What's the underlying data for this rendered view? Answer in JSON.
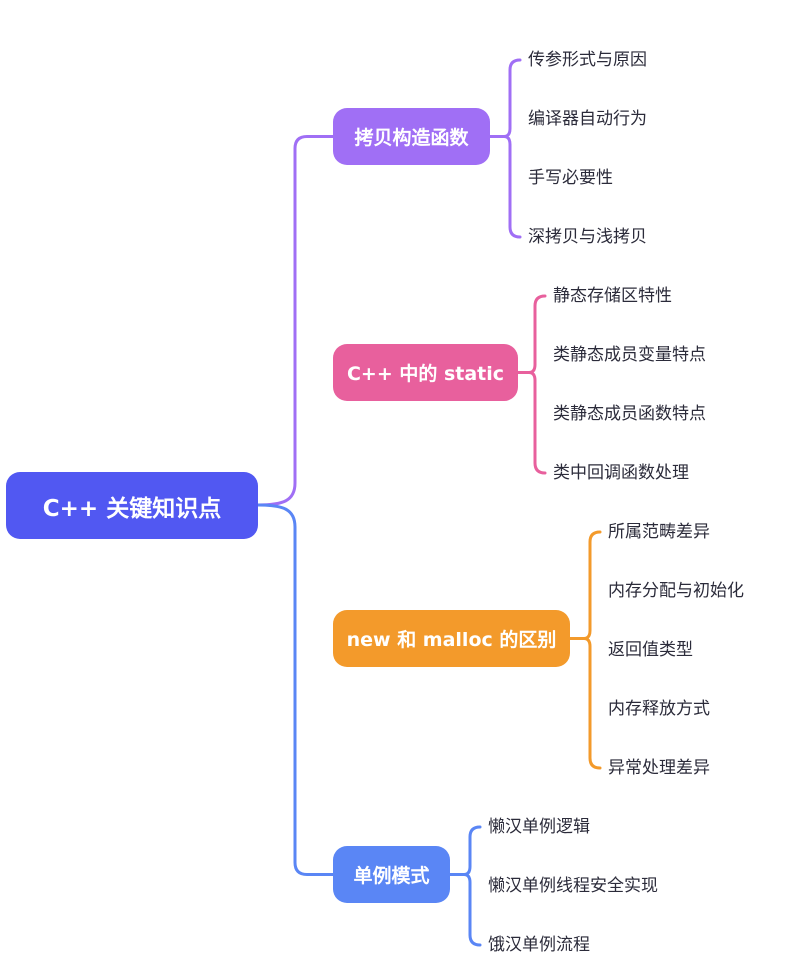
{
  "mindmap": {
    "root": {
      "label": "C++ 关键知识点",
      "color": "#5158f2"
    },
    "branches": [
      {
        "label": "拷贝构造函数",
        "color": "#a06ff5",
        "children": [
          "传参形式与原因",
          "编译器自动行为",
          "手写必要性",
          "深拷贝与浅拷贝"
        ]
      },
      {
        "label": "C++ 中的 static",
        "color": "#e8609d",
        "children": [
          "静态存储区特性",
          "类静态成员变量特点",
          "类静态成员函数特点",
          "类中回调函数处理"
        ]
      },
      {
        "label": "new 和 malloc 的区别",
        "color": "#f39a2b",
        "children": [
          "所属范畴差异",
          "内存分配与初始化",
          "返回值类型",
          "内存释放方式",
          "异常处理差异"
        ]
      },
      {
        "label": "单例模式",
        "color": "#5a86f5",
        "children": [
          "懒汉单例逻辑",
          "懒汉单例线程安全实现",
          "饿汉单例流程"
        ]
      }
    ]
  }
}
